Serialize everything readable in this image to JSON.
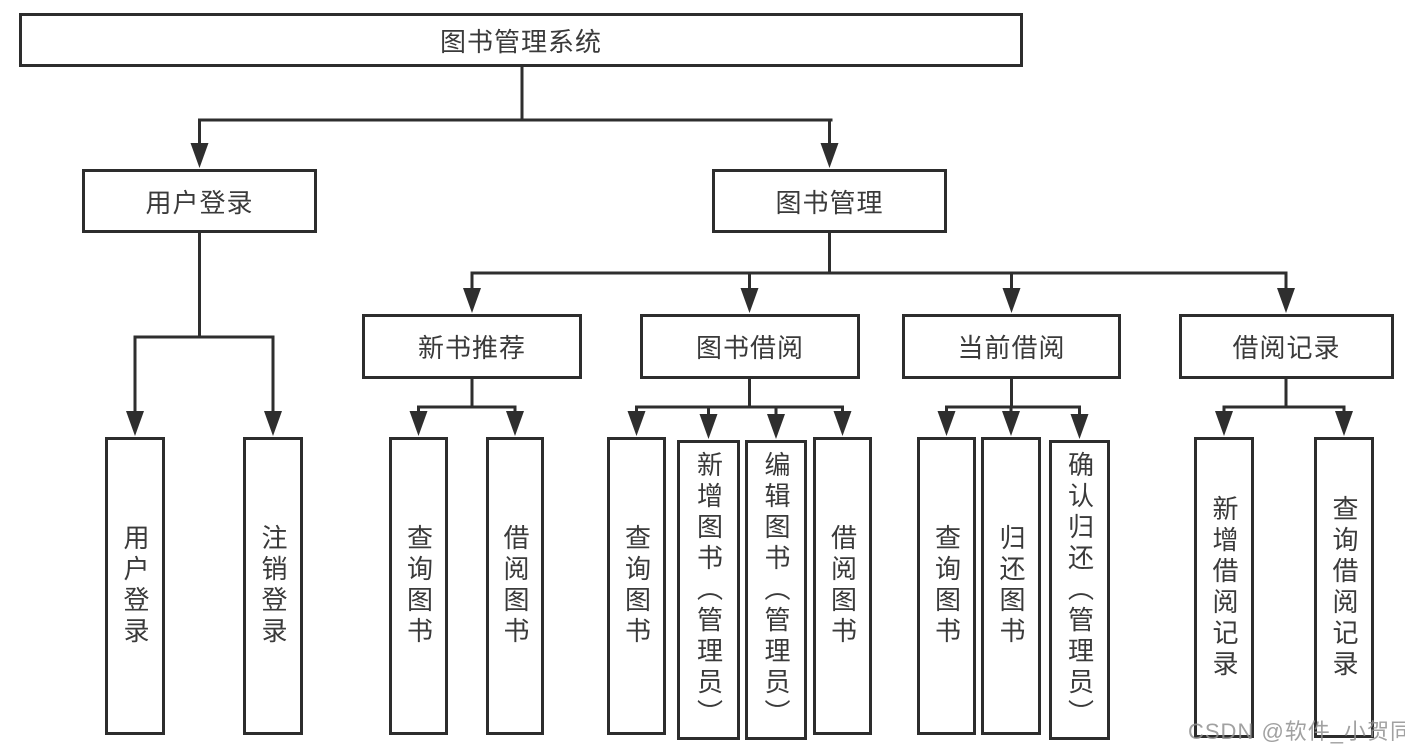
{
  "diagram": {
    "title": "图书管理系统",
    "nodes": {
      "root": "图书管理系统",
      "userLogin": "用户登录",
      "bookMgmt": "图书管理",
      "newBookRec": "新书推荐",
      "bookBorrow": "图书借阅",
      "currentBorrow": "当前借阅",
      "borrowRecords": "借阅记录",
      "userLoginLeaf": "用户登录",
      "logoutLeaf": "注销登录",
      "queryBooks1": "查询图书",
      "borrowBooks1": "借阅图书",
      "queryBooks2": "查询图书",
      "addBooks": "新增图书（管理员）",
      "editBooks": "编辑图书（管理员）",
      "borrowBooks2": "借阅图书",
      "queryBooks3": "查询图书",
      "returnBooks": "归还图书",
      "confirmReturn": "确认归还（管理员）",
      "addBorrowRecord": "新增借阅记录",
      "queryBorrowRecord": "查询借阅记录"
    },
    "edges": [
      [
        "root",
        "userLogin"
      ],
      [
        "root",
        "bookMgmt"
      ],
      [
        "userLogin",
        "userLoginLeaf"
      ],
      [
        "userLogin",
        "logoutLeaf"
      ],
      [
        "bookMgmt",
        "newBookRec"
      ],
      [
        "bookMgmt",
        "bookBorrow"
      ],
      [
        "bookMgmt",
        "currentBorrow"
      ],
      [
        "bookMgmt",
        "borrowRecords"
      ],
      [
        "newBookRec",
        "queryBooks1"
      ],
      [
        "newBookRec",
        "borrowBooks1"
      ],
      [
        "bookBorrow",
        "queryBooks2"
      ],
      [
        "bookBorrow",
        "addBooks"
      ],
      [
        "bookBorrow",
        "editBooks"
      ],
      [
        "bookBorrow",
        "borrowBooks2"
      ],
      [
        "currentBorrow",
        "queryBooks3"
      ],
      [
        "currentBorrow",
        "returnBooks"
      ],
      [
        "currentBorrow",
        "confirmReturn"
      ],
      [
        "borrowRecords",
        "addBorrowRecord"
      ],
      [
        "borrowRecords",
        "queryBorrowRecord"
      ]
    ],
    "colors": {
      "line": "#2e2e2e",
      "box_border": "#2d2d2d",
      "text": "#3a3a3a",
      "background": "#ffffff",
      "watermark": "#919191"
    }
  },
  "watermark": {
    "text": "CSDN @软件_小贺同学"
  }
}
